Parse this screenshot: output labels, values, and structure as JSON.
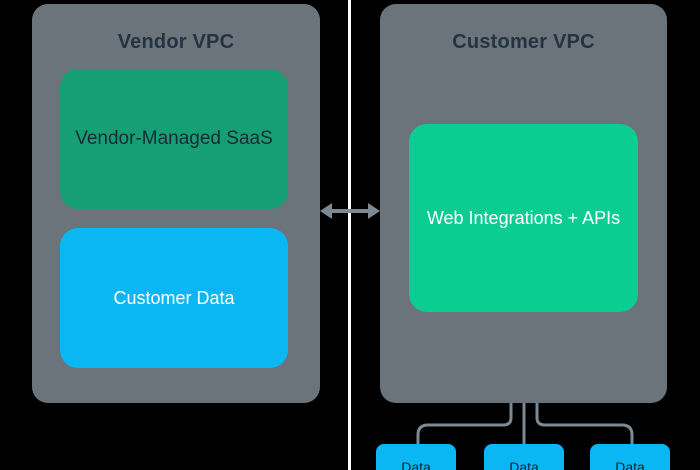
{
  "vendor_vpc": {
    "title": "Vendor VPC",
    "saas_label": "Vendor-Managed SaaS",
    "customer_data_label": "Customer Data"
  },
  "customer_vpc": {
    "title": "Customer VPC",
    "web_integrations_label": "Web Integrations + APIs"
  },
  "data_sources": [
    "Data",
    "Data",
    "Data"
  ],
  "colors": {
    "background": "#000000",
    "vpc_fill": "#6b737b",
    "vpc_title": "#243342",
    "saas_fill": "#169f75",
    "customer_data_fill": "#0bb7f3",
    "web_integrations_fill": "#0ccd91",
    "connector": "#7d8a93",
    "divider": "#ffffff"
  },
  "icons": {
    "bidirectional_arrow": "double-headed-arrow"
  }
}
